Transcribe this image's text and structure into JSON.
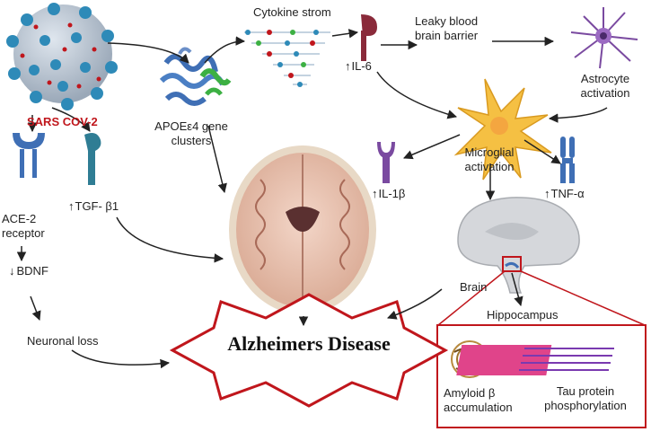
{
  "virus": {
    "label": "SARS COV-2"
  },
  "protein": {
    "label_line1": "APOEε4 gene",
    "label_line2": "clusters"
  },
  "cytokine": {
    "label": "Cytokine strom"
  },
  "il6": {
    "label": "IL-6"
  },
  "bbb": {
    "label_line1": "Leaky blood",
    "label_line2": "brain barrier"
  },
  "astrocyte": {
    "label_line1": "Astrocyte",
    "label_line2": "activation"
  },
  "microglia": {
    "label_line1": "Microglial",
    "label_line2": "activation"
  },
  "il1b": {
    "label": "IL-1β"
  },
  "tnfa": {
    "label": "TNF-α"
  },
  "ace2": {
    "label_line1": "ACE-2",
    "label_line2": "receptor"
  },
  "tgfb": {
    "label": "TGF- β1"
  },
  "bdnf": {
    "label": "BDNF"
  },
  "neuronal": {
    "label": "Neuronal loss"
  },
  "disease": {
    "label": "Alzheimers Disease"
  },
  "brain": {
    "label": "Brain"
  },
  "hippocampus": {
    "label": "Hippocampus"
  },
  "amyloid": {
    "label_line1": "Amyloid β",
    "label_line2": "accumulation"
  },
  "tau": {
    "label_line1": "Tau protein",
    "label_line2": "phosphorylation"
  },
  "colors": {
    "accent_red": "#c0161c",
    "receptor_blue": "#3f6fb5",
    "receptor_purple": "#7a4aa0",
    "il6_maroon": "#8a2a3a"
  }
}
